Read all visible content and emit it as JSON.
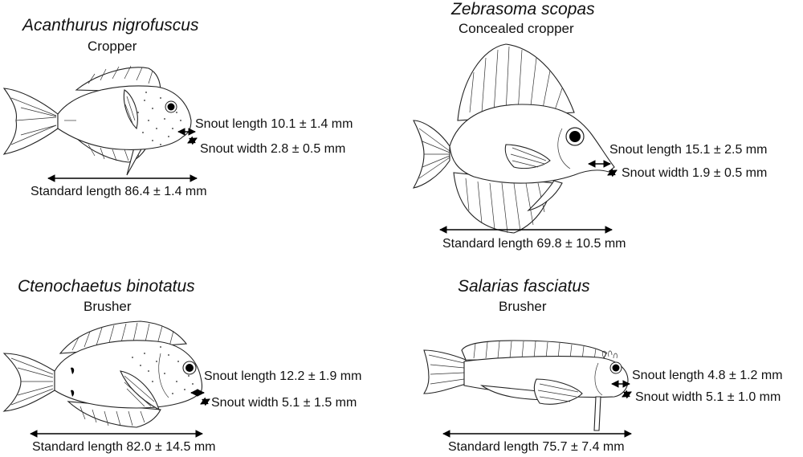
{
  "figure": {
    "panels": [
      {
        "species": "Acanthurus nigrofuscus",
        "guild": "Cropper",
        "snout_length": "Snout length 10.1 ± 1.4 mm",
        "snout_width": "Snout width 2.8 ± 0.5 mm",
        "standard_length": "Standard length 86.4 ± 1.4 mm"
      },
      {
        "species": "Zebrasoma scopas",
        "guild": "Concealed cropper",
        "snout_length": "Snout length 15.1 ± 2.5 mm",
        "snout_width": "Snout width 1.9 ± 0.5 mm",
        "standard_length": "Standard length 69.8 ± 10.5 mm"
      },
      {
        "species": "Ctenochaetus binotatus",
        "guild": "Brusher",
        "snout_length": "Snout length 12.2 ± 1.9 mm",
        "snout_width": "Snout width 5.1 ± 1.5 mm",
        "standard_length": "Standard length 82.0 ± 14.5 mm"
      },
      {
        "species": "Salarias fasciatus",
        "guild": "Brusher",
        "snout_length": "Snout length 4.8 ± 1.2 mm",
        "snout_width": "Snout width 5.1 ± 1.0 mm",
        "standard_length": "Standard length 75.7 ± 7.4 mm"
      }
    ],
    "colors": {
      "line": "#222222",
      "background": "#ffffff"
    }
  }
}
